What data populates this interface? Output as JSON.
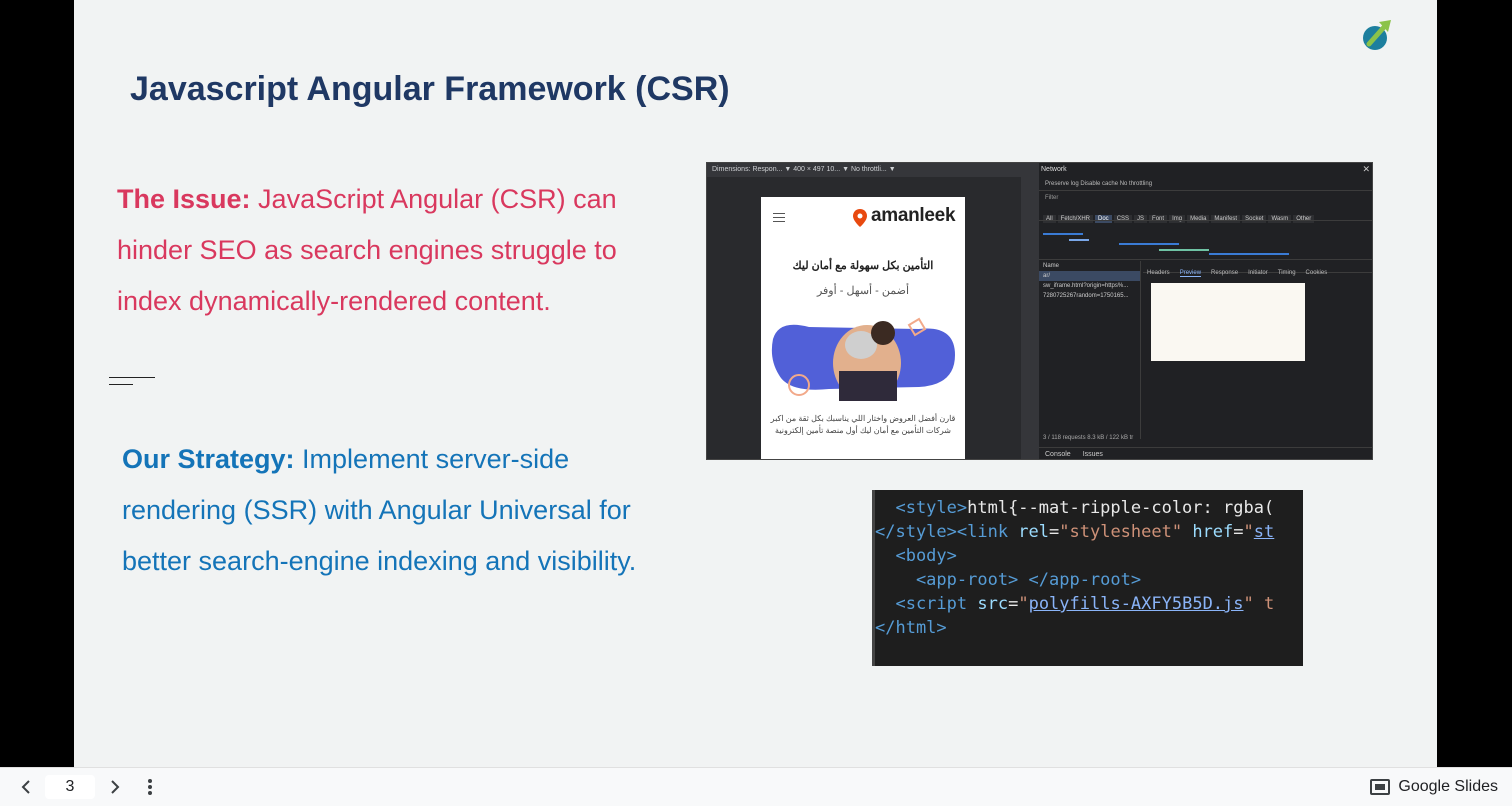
{
  "slide": {
    "title": "Javascript Angular Framework (CSR)",
    "issue_label": "The Issue:",
    "issue_text": " JavaScript Angular (CSR) can hinder SEO as search engines struggle to index dynamically-rendered content.",
    "strategy_label": "Our Strategy:",
    "strategy_text": "  Implement server-side rendering (SSR) with Angular Universal for better search-engine indexing and visibility."
  },
  "devtools": {
    "topbar": "Dimensions: Respon...  ▼  400  ×  497    10...  ▼  No throttli...  ▼",
    "phone_brand": "amanleek",
    "phone_heading": "التأمين بكل سهولة مع أمان ليك",
    "phone_subheading": "أضمن - أسهل - أوفر",
    "phone_paragraph": "قارن أفضل العروض واختار اللي يناسبك بكل ثقة من اكبر شركات التأمين مع أمان ليك أول منصة تأمين إلكترونية",
    "network_title": "Network",
    "toolbar_text": "Preserve log   Disable cache   No throttling",
    "filter_placeholder": "Filter",
    "chips": [
      "All",
      "Fetch/XHR",
      "Doc",
      "CSS",
      "JS",
      "Font",
      "Img",
      "Media",
      "Manifest",
      "Socket",
      "Wasm",
      "Other"
    ],
    "requests_header": "Name",
    "requests": [
      "ar/",
      "sw_iframe.html?origin=https%...",
      "7280725267random=1750165..."
    ],
    "detail_tabs": [
      "Headers",
      "Preview",
      "Response",
      "Initiator",
      "Timing",
      "Cookies"
    ],
    "status": "3 / 118 requests   8.3 kB / 122 kB tr",
    "console_tabs": [
      "Console",
      "Issues"
    ]
  },
  "code": {
    "line1_tag": "  <style>",
    "line1_text": "html{--mat-ripple-color: rgba(",
    "line2_a": "</style><link ",
    "line2_attr": "rel",
    "line2_eq": "=",
    "line2_str": "\"stylesheet\"",
    "line2_attr2": " href",
    "line2_eq2": "=",
    "line2_str2": "\"",
    "line2_link": "st",
    "line3": "  <body>",
    "line4": "    <app-root> </app-root>",
    "line5_a": "  <script ",
    "line5_attr": "src",
    "line5_eq": "=",
    "line5_q": "\"",
    "line5_link": "polyfills-AXFY5B5D.js",
    "line5_q2": "\" t",
    "line6": "</html>"
  },
  "bottombar": {
    "prev_icon": "chevron-left-icon",
    "page_number": "3",
    "next_icon": "chevron-right-icon",
    "more_icon": "more-vert-icon",
    "brand_label": "Google Slides"
  },
  "colors": {
    "title": "#1f3864",
    "issue": "#d9385e",
    "strategy": "#1474b8",
    "slide_bg": "#f1f3f3"
  }
}
